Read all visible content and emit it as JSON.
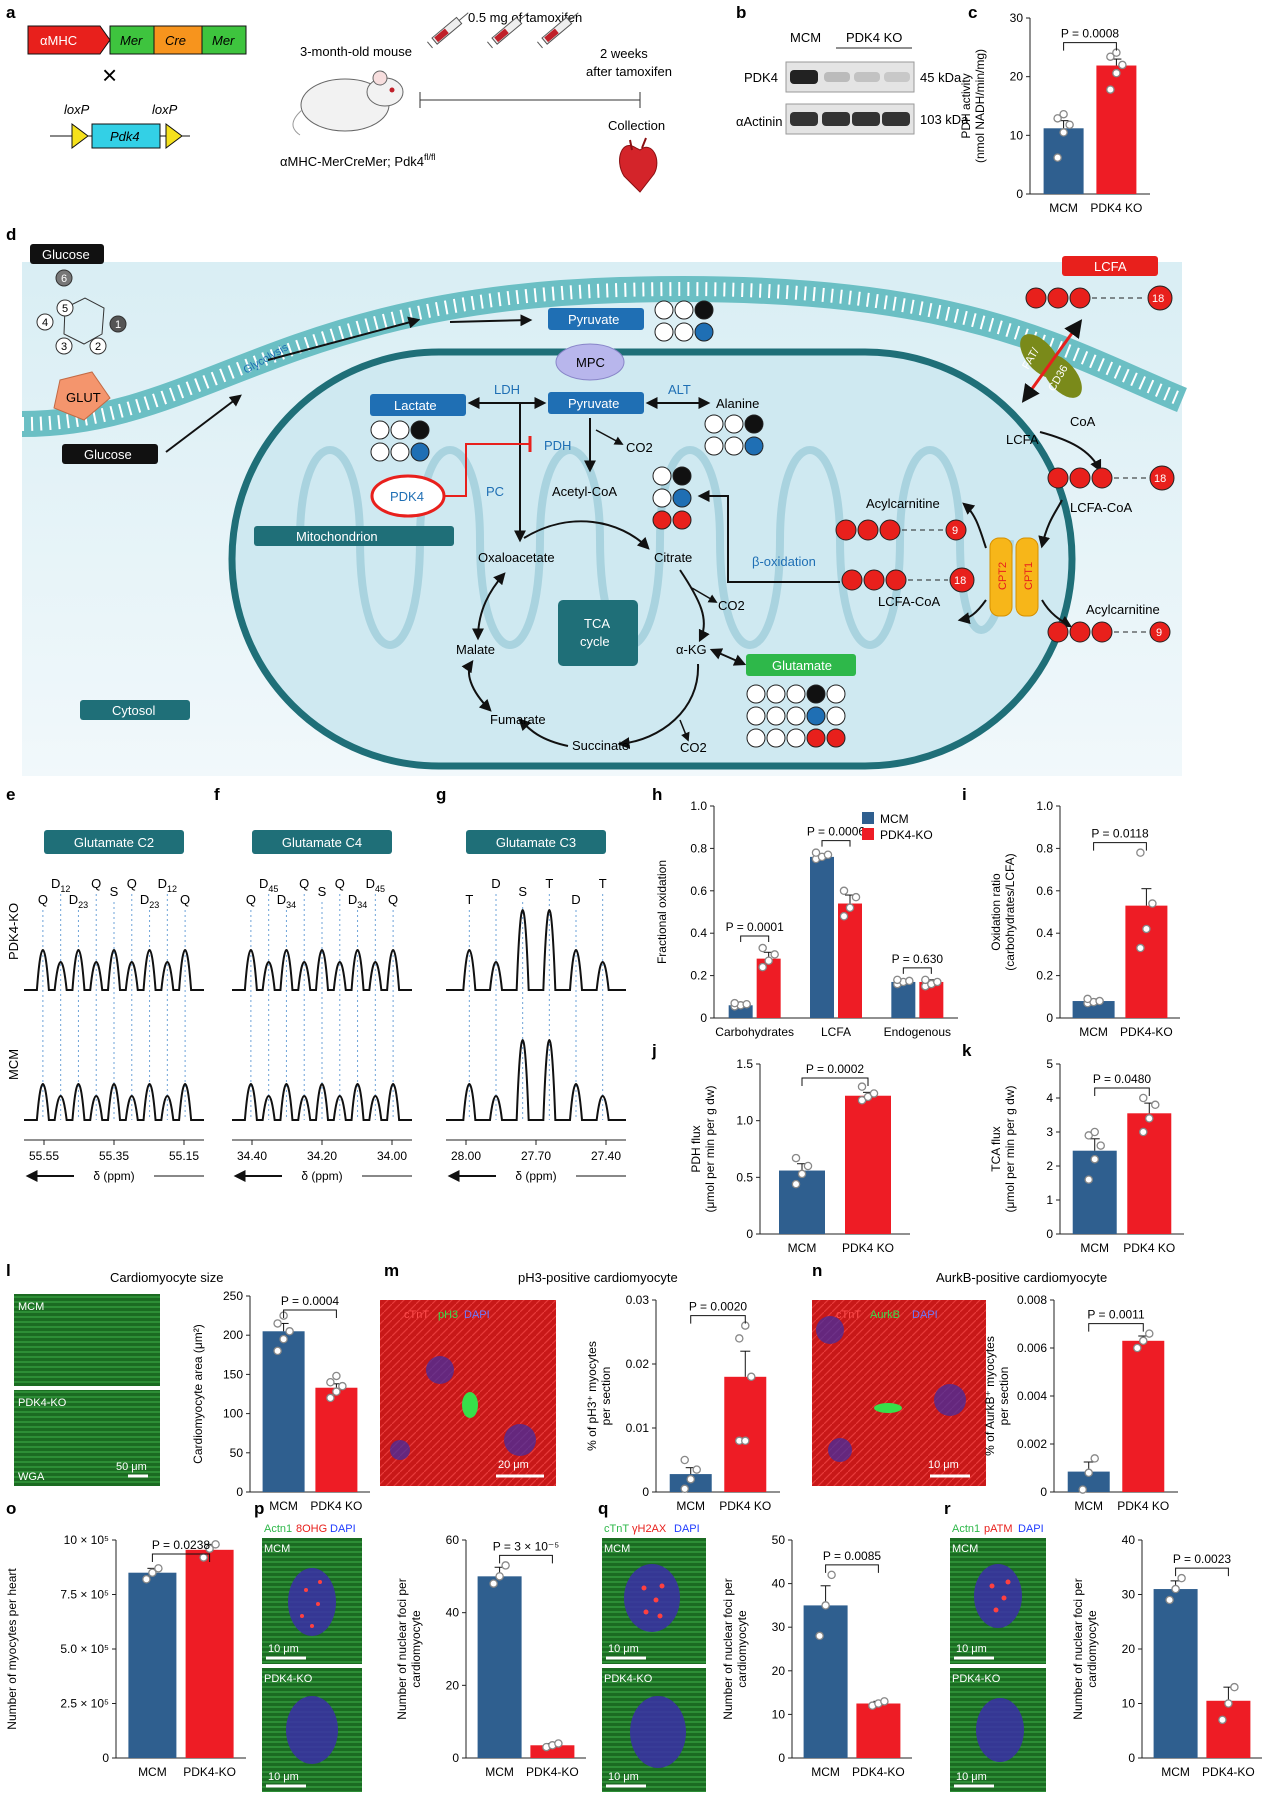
{
  "panels": {
    "a": "a",
    "b": "b",
    "c": "c",
    "d": "d",
    "e": "e",
    "f": "f",
    "g": "g",
    "h": "h",
    "i": "i",
    "j": "j",
    "k": "k",
    "l": "l",
    "m": "m",
    "n": "n",
    "o": "o",
    "p": "p",
    "q": "q",
    "r": "r"
  },
  "panel_a": {
    "amhc": "αMHC",
    "mer": "Mer",
    "cre": "Cre",
    "cross": "×",
    "loxp": "loxP",
    "pdk4": "Pdk4",
    "tamoxifen": "0.5 mg of tamoxifen",
    "mouse": "3-month-old mouse",
    "after": "2 weeks",
    "after2": "after tamoxifen",
    "collection": "Collection",
    "genotype": "αMHC-MerCreMer; Pdk4",
    "genotype_sup": "fl/fl"
  },
  "panel_b": {
    "mcm": "MCM",
    "ko": "PDK4 KO",
    "pdk4": "PDK4",
    "actinin": "αActinin",
    "kda45": "45 kDa",
    "kda103": "103 kDa"
  },
  "panel_d": {
    "glucose": "Glucose",
    "glut": "GLUT",
    "glycolysis": "Glycolysis",
    "pyruvate": "Pyruvate",
    "mpc": "MPC",
    "lactate": "Lactate",
    "ldh": "LDH",
    "alt": "ALT",
    "alanine": "Alanine",
    "pdh": "PDH",
    "pc": "PC",
    "pdk4": "PDK4",
    "co2": "CO2",
    "acetylcoa": "Acetyl-CoA",
    "mitochondrion": "Mitochondrion",
    "oxaloacetate": "Oxaloacetate",
    "citrate": "Citrate",
    "tca": "TCA",
    "cycle": "cycle",
    "malate": "Malate",
    "fumarate": "Fumarate",
    "succinate": "Succinate",
    "akg": "α-KG",
    "glutamate": "Glutamate",
    "cytosol": "Cytosol",
    "betaox": "β-oxidation",
    "acylcarnitine": "Acylcarnitine",
    "lcfacoa": "LCFA-CoA",
    "lcfa": "LCFA",
    "coa": "CoA",
    "cpt1": "CPT1",
    "cpt2": "CPT2",
    "fat": "FAT/",
    "cd36": "CD36",
    "n18": "18",
    "n9": "9"
  },
  "nmr": {
    "e": {
      "title": "Glutamate C2",
      "ticks": [
        "55.55",
        "55.35",
        "55.15"
      ],
      "unit": "δ (ppm)",
      "peaks": [
        "Q",
        "D12",
        "D23",
        "Q",
        "S",
        "Q",
        "D23",
        "D12",
        "Q"
      ]
    },
    "f": {
      "title": "Glutamate C4",
      "ticks": [
        "34.40",
        "34.20",
        "34.00"
      ],
      "unit": "δ (ppm)",
      "peaks": [
        "Q",
        "D45",
        "D34",
        "Q",
        "S",
        "Q",
        "D34",
        "D45",
        "Q"
      ]
    },
    "g": {
      "title": "Glutamate C3",
      "ticks": [
        "28.00",
        "27.70",
        "27.40"
      ],
      "unit": "δ (ppm)",
      "peaks": [
        "T",
        "D",
        "S",
        "T",
        "D",
        "T"
      ]
    },
    "row_ko": "PDK4-KO",
    "row_mcm": "MCM"
  },
  "micro": {
    "l": {
      "title": "Cardiomyocyte size",
      "mcm": "MCM",
      "ko": "PDK4-KO",
      "stain": "WGA",
      "scale": "50 μm"
    },
    "m": {
      "title": "pH3-positive cardiomyocyte",
      "c1": "cTnT",
      "c2": "pH3",
      "c3": "DAPI",
      "scale": "20 μm"
    },
    "n": {
      "title": "AurkB-positive cardiomyocyte",
      "c1": "cTnT",
      "c2": "AurkB",
      "c3": "DAPI",
      "scale": "10 μm"
    },
    "p": {
      "c1": "Actn1",
      "c2": "8OHG",
      "c3": "DAPI",
      "mcm": "MCM",
      "ko": "PDK4-KO",
      "scale": "10 μm"
    },
    "q": {
      "c1": "cTnT",
      "c2": "γH2AX",
      "c3": "DAPI",
      "mcm": "MCM",
      "ko": "PDK4-KO",
      "scale": "10 μm"
    },
    "r": {
      "c1": "Actn1",
      "c2": "pATM",
      "c3": "DAPI",
      "mcm": "MCM",
      "ko": "PDK4-KO",
      "scale": "10 μm"
    }
  },
  "colors": {
    "mcm": "#2f5f8f",
    "ko": "#ee1c25",
    "teal": "#1f6f78",
    "blue_box": "#1f6fb4",
    "membrane": "#6bbfc4"
  },
  "chart_data": [
    {
      "id": "c",
      "type": "bar",
      "categories": [
        "MCM",
        "PDK4 KO"
      ],
      "values": [
        11.2,
        21.9
      ],
      "errors": [
        1.3,
        1.1
      ],
      "points": [
        [
          6.2,
          10.5,
          11.8,
          12.9,
          13.6
        ],
        [
          17.8,
          20.6,
          22.0,
          23.4,
          24.1
        ]
      ],
      "ylabel": "PDH activity",
      "ylabel2": "(nmol NADH/min/mg)",
      "ylim": [
        0,
        30
      ],
      "yticks": [
        "0",
        "10",
        "20",
        "30"
      ],
      "p": "P = 0.0008"
    },
    {
      "id": "h",
      "type": "bar",
      "categories": [
        "Carbohydrates",
        "LCFA",
        "Endogenous"
      ],
      "series": [
        {
          "name": "MCM",
          "values": [
            0.06,
            0.76,
            0.17
          ],
          "errors": [
            0.005,
            0.01,
            0.01
          ]
        },
        {
          "name": "PDK4-KO",
          "values": [
            0.28,
            0.54,
            0.17
          ],
          "errors": [
            0.03,
            0.04,
            0.01
          ]
        }
      ],
      "points": [
        [
          [
            0.055,
            0.06,
            0.065,
            0.07
          ],
          [
            0.24,
            0.27,
            0.3,
            0.33
          ]
        ],
        [
          [
            0.75,
            0.76,
            0.77,
            0.78
          ],
          [
            0.48,
            0.52,
            0.57,
            0.6
          ]
        ],
        [
          [
            0.16,
            0.17,
            0.175,
            0.18
          ],
          [
            0.15,
            0.16,
            0.17,
            0.18
          ]
        ]
      ],
      "ylabel": "Fractional oxidation",
      "ylim": [
        0,
        1.0
      ],
      "yticks": [
        "0",
        "0.2",
        "0.4",
        "0.6",
        "0.8",
        "1.0"
      ],
      "p": [
        "P = 0.0001",
        "P = 0.0006",
        "P = 0.630"
      ],
      "legend": "top-right"
    },
    {
      "id": "i",
      "type": "bar",
      "categories": [
        "MCM",
        "PDK4-KO"
      ],
      "values": [
        0.08,
        0.53
      ],
      "errors": [
        0.01,
        0.08
      ],
      "points": [
        [
          0.07,
          0.075,
          0.08,
          0.09
        ],
        [
          0.33,
          0.42,
          0.54,
          0.78
        ]
      ],
      "ylabel": "Oxidation ratio",
      "ylabel2": "(carbohydrates/LCFA)",
      "ylim": [
        0,
        1.0
      ],
      "yticks": [
        "0",
        "0.2",
        "0.4",
        "0.6",
        "0.8",
        "1.0"
      ],
      "p": "P = 0.0118"
    },
    {
      "id": "j",
      "type": "bar",
      "categories": [
        "MCM",
        "PDK4 KO"
      ],
      "values": [
        0.56,
        1.22
      ],
      "errors": [
        0.06,
        0.03
      ],
      "points": [
        [
          0.44,
          0.53,
          0.6,
          0.67
        ],
        [
          1.18,
          1.21,
          1.24,
          1.3
        ]
      ],
      "ylabel": "PDH flux",
      "ylabel2": "(μmol per min per g dw)",
      "ylim": [
        0,
        1.5
      ],
      "yticks": [
        "0",
        "0.5",
        "1.0",
        "1.5"
      ],
      "p": "P = 0.0002"
    },
    {
      "id": "k",
      "type": "bar",
      "categories": [
        "MCM",
        "PDK4 KO"
      ],
      "values": [
        2.45,
        3.55
      ],
      "errors": [
        0.35,
        0.3
      ],
      "points": [
        [
          1.6,
          2.2,
          2.6,
          2.9,
          3.0
        ],
        [
          3.0,
          3.4,
          3.8,
          4.0
        ]
      ],
      "ylabel": "TCA flux",
      "ylabel2": "(μmol per min per g dw)",
      "ylim": [
        0,
        5
      ],
      "yticks": [
        "0",
        "1",
        "2",
        "3",
        "4",
        "5"
      ],
      "p": "P = 0.0480"
    },
    {
      "id": "l",
      "type": "bar",
      "categories": [
        "MCM",
        "PDK4 KO"
      ],
      "values": [
        205,
        133
      ],
      "errors": [
        10,
        5
      ],
      "points": [
        [
          180,
          195,
          205,
          215,
          225
        ],
        [
          120,
          128,
          135,
          140,
          148
        ]
      ],
      "ylabel": "Cardiomyocyte area (μm²)",
      "ylim": [
        0,
        250
      ],
      "yticks": [
        "0",
        "50",
        "100",
        "150",
        "200",
        "250"
      ],
      "p": "P = 0.0004"
    },
    {
      "id": "m",
      "type": "bar",
      "categories": [
        "MCM",
        "PDK4 KO"
      ],
      "values": [
        0.0028,
        0.018
      ],
      "errors": [
        0.001,
        0.004
      ],
      "points": [
        [
          0.0005,
          0.002,
          0.0035,
          0.005
        ],
        [
          0.008,
          0.008,
          0.018,
          0.024,
          0.026
        ]
      ],
      "ylabel": "% of pH3⁺ myocytes",
      "ylabel2": "per section",
      "ylim": [
        0,
        0.03
      ],
      "yticks": [
        "0",
        "0.01",
        "0.02",
        "0.03"
      ],
      "p": "P = 0.0020"
    },
    {
      "id": "n",
      "type": "bar",
      "categories": [
        "MCM",
        "PDK4 KO"
      ],
      "values": [
        0.00085,
        0.0063
      ],
      "errors": [
        0.0004,
        0.0002
      ],
      "points": [
        [
          0.0001,
          0.0008,
          0.0014
        ],
        [
          0.006,
          0.0063,
          0.0066
        ]
      ],
      "ylabel": "% of AurkB⁺ myocytes",
      "ylabel2": "per section",
      "ylim": [
        0,
        0.008
      ],
      "yticks": [
        "0",
        "0.002",
        "0.004",
        "0.006",
        "0.008"
      ],
      "p": "P = 0.0011"
    },
    {
      "id": "o",
      "type": "bar",
      "categories": [
        "MCM",
        "PDK4-KO"
      ],
      "values": [
        850000,
        955000
      ],
      "errors": [
        20000,
        25000
      ],
      "points": [
        [
          820000,
          850000,
          870000
        ],
        [
          920000,
          960000,
          980000
        ]
      ],
      "ylabel": "Number of myocytes per heart",
      "ylim": [
        0,
        1000000
      ],
      "yticks": [
        "0",
        "2.5 × 10⁵",
        "5.0 × 10⁵",
        "7.5 × 10⁵",
        "10 × 10⁵"
      ],
      "p": "P = 0.0238"
    },
    {
      "id": "p",
      "type": "bar",
      "categories": [
        "MCM",
        "PDK4-KO"
      ],
      "values": [
        50,
        3.5
      ],
      "errors": [
        2.5,
        0.5
      ],
      "points": [
        [
          48,
          50,
          53
        ],
        [
          3,
          3.5,
          4
        ]
      ],
      "ylabel": "Number of nuclear foci per",
      "ylabel2": "cardiomyocyte",
      "ylim": [
        0,
        60
      ],
      "yticks": [
        "0",
        "20",
        "40",
        "60"
      ],
      "p": "P = 3 × 10⁻⁵"
    },
    {
      "id": "q",
      "type": "bar",
      "categories": [
        "MCM",
        "PDK4-KO"
      ],
      "values": [
        35,
        12.5
      ],
      "errors": [
        4.5,
        0.5
      ],
      "points": [
        [
          28,
          35,
          42
        ],
        [
          12,
          12.5,
          13
        ]
      ],
      "ylabel": "Number of nuclear foci per",
      "ylabel2": "cardiomyocyte",
      "ylim": [
        0,
        50
      ],
      "yticks": [
        "0",
        "10",
        "20",
        "30",
        "40",
        "50"
      ],
      "p": "P = 0.0085"
    },
    {
      "id": "r",
      "type": "bar",
      "categories": [
        "MCM",
        "PDK4-KO"
      ],
      "values": [
        31,
        10.5
      ],
      "errors": [
        1.5,
        2.5
      ],
      "points": [
        [
          29,
          31,
          33
        ],
        [
          7,
          10,
          13
        ]
      ],
      "ylabel": "Number of nuclear foci per",
      "ylabel2": "cardiomyocyte",
      "ylim": [
        0,
        40
      ],
      "yticks": [
        "0",
        "10",
        "20",
        "30",
        "40"
      ],
      "p": "P = 0.0023"
    }
  ]
}
